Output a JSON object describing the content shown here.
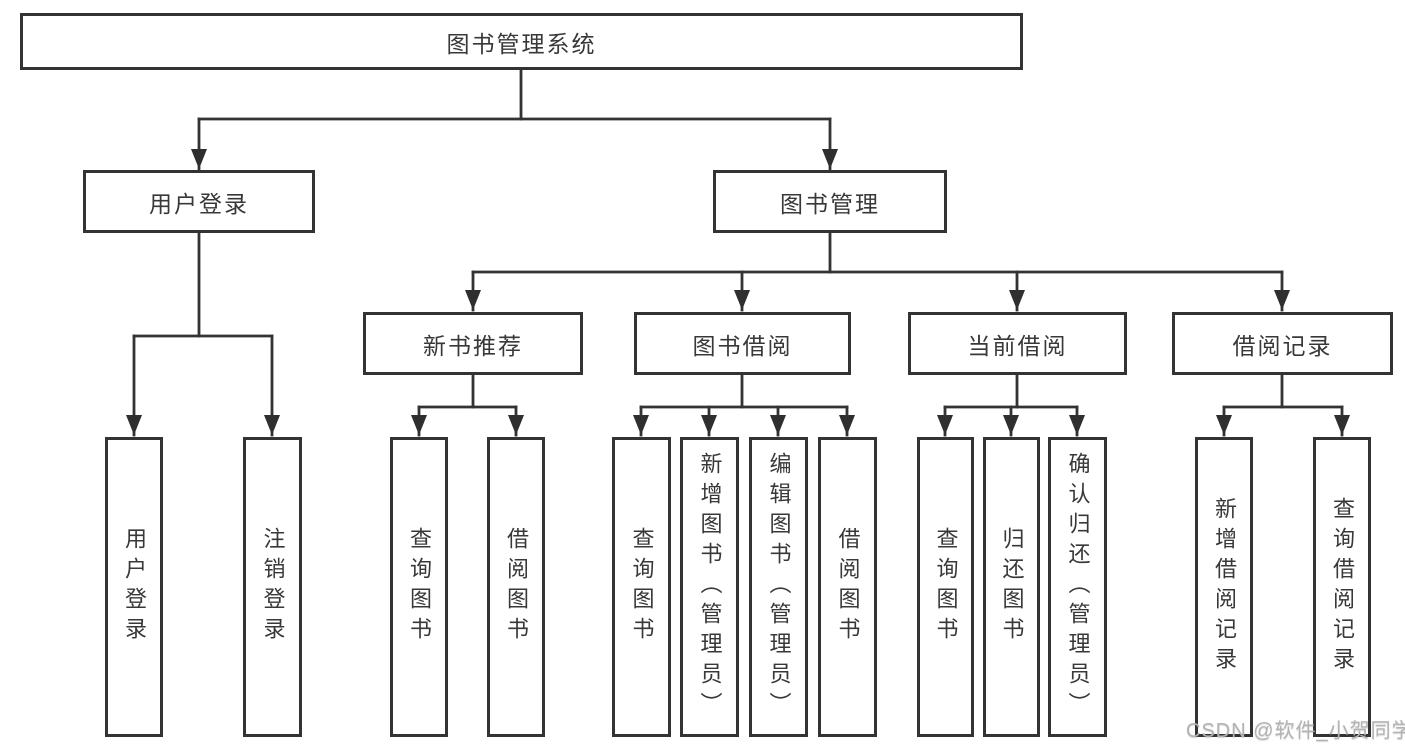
{
  "diagram_title": "图书管理系统",
  "colors": {
    "line": "#333333",
    "box_border": "#333333",
    "text": "#383838",
    "background": "#ffffff",
    "watermark": "#b3b3b3"
  },
  "tree": {
    "label": "图书管理系统",
    "children": [
      {
        "label": "用户登录",
        "children": [
          {
            "label": "用户登录"
          },
          {
            "label": "注销登录"
          }
        ]
      },
      {
        "label": "图书管理",
        "children": [
          {
            "label": "新书推荐",
            "children": [
              {
                "label": "查询图书"
              },
              {
                "label": "借阅图书"
              }
            ]
          },
          {
            "label": "图书借阅",
            "children": [
              {
                "label": "查询图书"
              },
              {
                "label": "新增图书（管理员）"
              },
              {
                "label": "编辑图书（管理员）"
              },
              {
                "label": "借阅图书"
              }
            ]
          },
          {
            "label": "当前借阅",
            "children": [
              {
                "label": "查询图书"
              },
              {
                "label": "归还图书"
              },
              {
                "label": "确认归还（管理员）"
              }
            ]
          },
          {
            "label": "借阅记录",
            "children": [
              {
                "label": "新增借阅记录"
              },
              {
                "label": "查询借阅记录"
              }
            ]
          }
        ]
      }
    ]
  },
  "watermark": "CSDN @软件_小贺同学"
}
